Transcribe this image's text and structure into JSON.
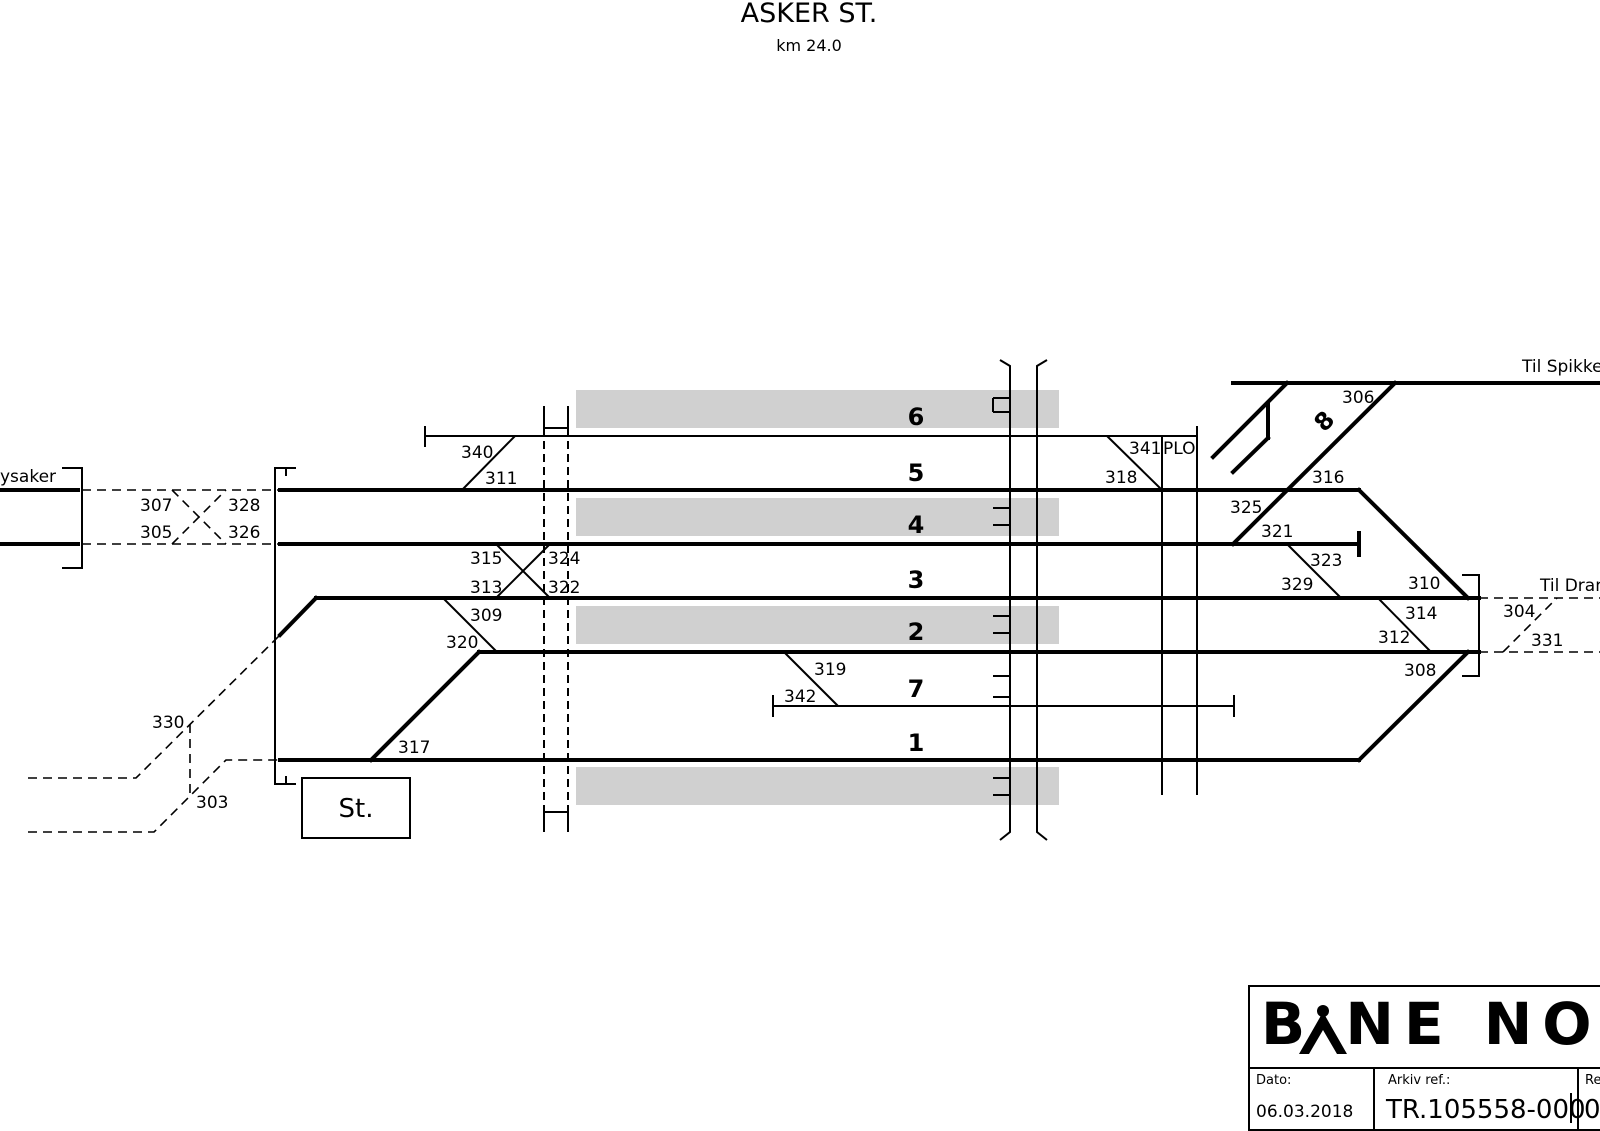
{
  "title": {
    "station": "ASKER ST.",
    "km": "km 24.0"
  },
  "tracks": [
    {
      "id": "6",
      "label": "6"
    },
    {
      "id": "5",
      "label": "5"
    },
    {
      "id": "4",
      "label": "4"
    },
    {
      "id": "3",
      "label": "3"
    },
    {
      "id": "2",
      "label": "2"
    },
    {
      "id": "7",
      "label": "7"
    },
    {
      "id": "1",
      "label": "1"
    },
    {
      "id": "8",
      "label": "8"
    }
  ],
  "destinations": {
    "left": "ysaker",
    "spikkestad": "Til Spikke",
    "drammen": "Til Dram"
  },
  "switches": [
    "340",
    "311",
    "307",
    "328",
    "305",
    "326",
    "315",
    "324",
    "313",
    "322",
    "309",
    "320",
    "319",
    "342",
    "330",
    "303",
    "317",
    "341",
    "318",
    "306",
    "316",
    "325",
    "321",
    "323",
    "329",
    "310",
    "314",
    "312",
    "308",
    "304",
    "331"
  ],
  "labels": {
    "plo": "PLO",
    "station_building": "St."
  },
  "title_block": {
    "logo": "B NE NOR",
    "date_label": "Dato:",
    "date_value": "06.03.2018",
    "archive_label": "Arkiv ref.:",
    "archive_value": "TR.105558-000",
    "rev_label": "Re",
    "rev_value": "0"
  }
}
